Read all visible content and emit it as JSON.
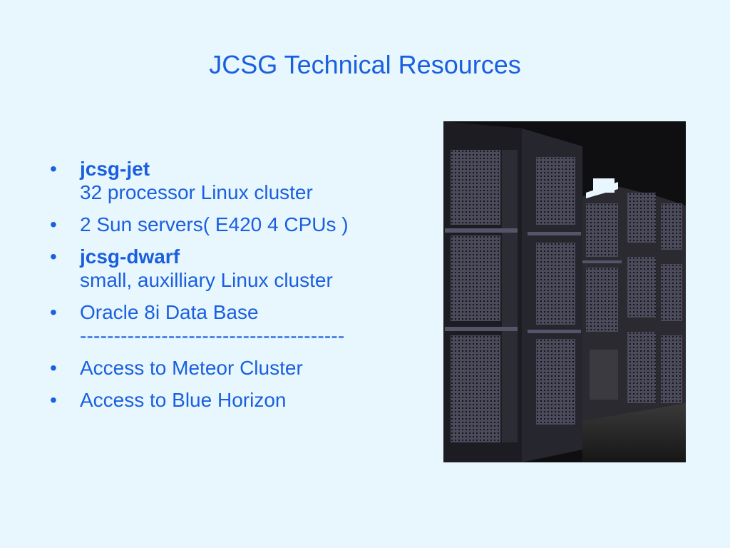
{
  "slide": {
    "title": "JCSG Technical Resources",
    "bullets": [
      {
        "strong": "jcsg-jet",
        "text": "32 processor Linux cluster"
      },
      {
        "strong": "",
        "text": "2 Sun servers( E420 4 CPUs )"
      },
      {
        "strong": "jcsg-dwarf",
        "text": "small, auxilliary Linux cluster"
      },
      {
        "strong": "",
        "text": "Oracle 8i Data Base",
        "extra": "---------------------------------------"
      },
      {
        "strong": "",
        "text": "Access to Meteor Cluster"
      },
      {
        "strong": "",
        "text": "Access to Blue Horizon"
      }
    ],
    "bullet_symbol": "•"
  },
  "colors": {
    "background": "#e8f7fd",
    "text": "#1a5fe0"
  },
  "image": {
    "subject": "server-racks-photo"
  }
}
